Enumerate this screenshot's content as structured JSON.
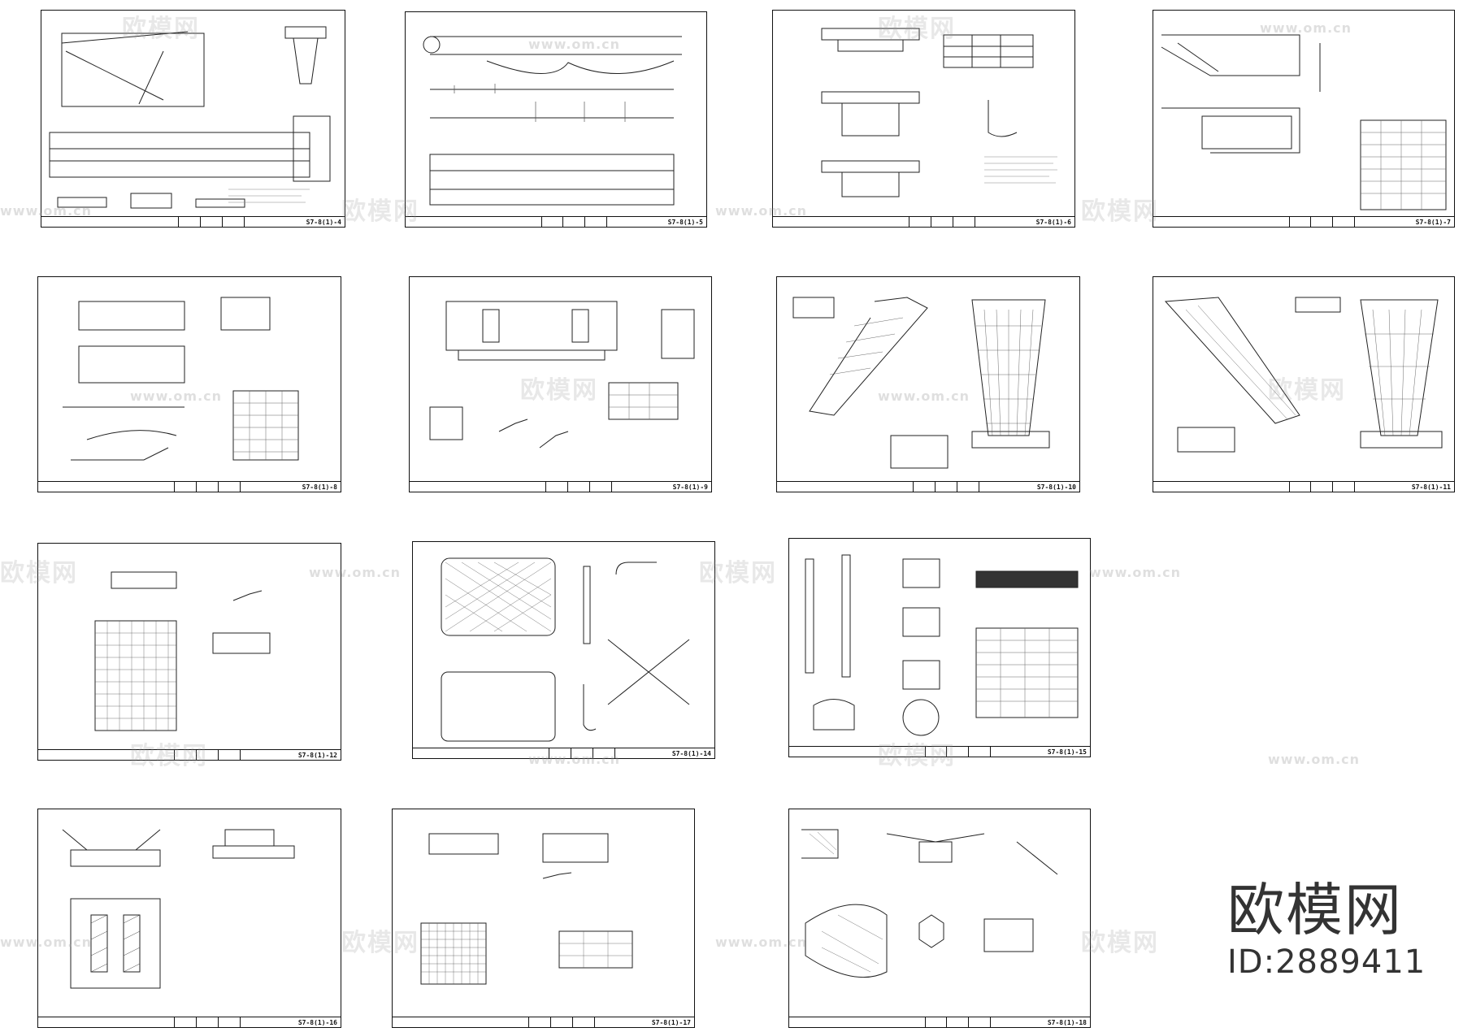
{
  "brand": {
    "name": "欧模网",
    "id_text": "ID:2889411"
  },
  "watermark": {
    "text": "欧模网",
    "url": "www.om.cn"
  },
  "sheets": [
    {
      "code": "S7-8(1)-4"
    },
    {
      "code": "S7-8(1)-5"
    },
    {
      "code": "S7-8(1)-6"
    },
    {
      "code": "S7-8(1)-7"
    },
    {
      "code": "S7-8(1)-8"
    },
    {
      "code": "S7-8(1)-9"
    },
    {
      "code": "S7-8(1)-10"
    },
    {
      "code": "S7-8(1)-11"
    },
    {
      "code": "S7-8(1)-12"
    },
    {
      "code": "S7-8(1)-14"
    },
    {
      "code": "S7-8(1)-15"
    },
    {
      "code": "S7-8(1)-16"
    },
    {
      "code": "S7-8(1)-17"
    },
    {
      "code": "S7-8(1)-18"
    }
  ]
}
